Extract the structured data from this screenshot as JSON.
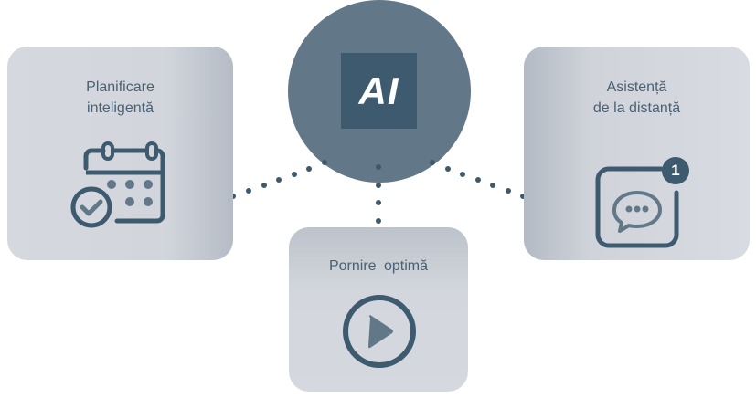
{
  "center": {
    "label": "AI",
    "circle_color": "#627888",
    "square_color": "#3e5a6e"
  },
  "cards": {
    "left": {
      "title_line1": "Planificare",
      "title_line2": "inteligentă",
      "icon": "calendar-check-icon"
    },
    "right": {
      "title_line1": "Asistență",
      "title_line2": "de la distanță",
      "icon": "chat-notification-icon",
      "badge": "1"
    },
    "bottom": {
      "title": "Pornire  optimă",
      "icon": "play-circle-icon"
    }
  },
  "colors": {
    "icon_dark": "#3e5a6e",
    "icon_mid": "#627888",
    "text": "#4a6173",
    "dot": "#3f596c"
  }
}
